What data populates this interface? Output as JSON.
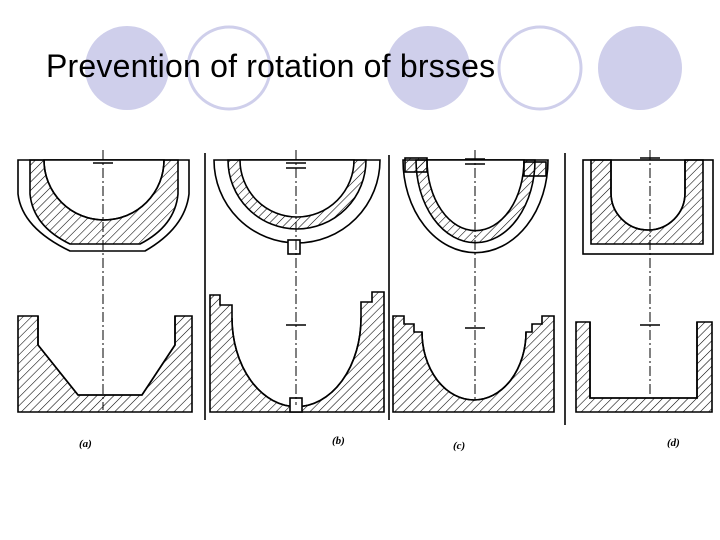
{
  "slide": {
    "title": "Prevention of rotation of brsses"
  },
  "figure": {
    "panels": [
      {
        "caption": "(a)"
      },
      {
        "caption": "(b)"
      },
      {
        "caption": "(c)"
      },
      {
        "caption": "(d)"
      }
    ]
  },
  "theme": {
    "circle_fill": "#cfcfeb",
    "circle_outline": "#cfcfeb",
    "ink": "#000000"
  }
}
